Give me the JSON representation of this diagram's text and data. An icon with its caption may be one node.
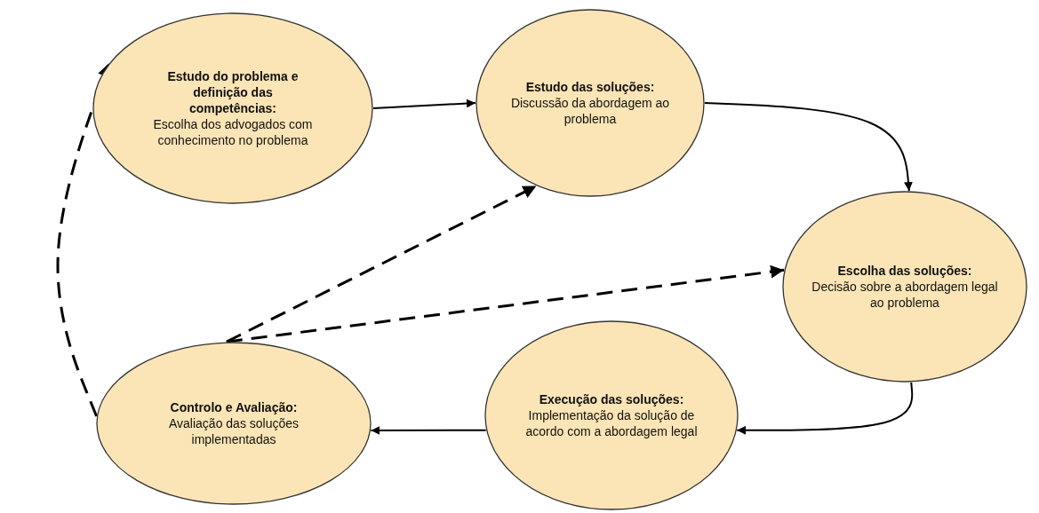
{
  "diagram": {
    "nodes": [
      {
        "text": [
          "Estudo do problema e definição das competências:",
          "Escolha dos advogados com conhecimento no problema"
        ]
      },
      {
        "text": [
          "Estudo das soluções:",
          "Discussão da abordagem ao problema"
        ]
      },
      {
        "text": [
          "Escolha das soluções:",
          "Decisão sobre a abordagem legal ao problema"
        ]
      },
      {
        "text": [
          "Execução das soluções:",
          "Implementação da solução de acordo com a abordagem legal"
        ]
      },
      {
        "text": [
          "Controlo e Avaliação:",
          "Avaliação das soluções implementadas"
        ]
      }
    ],
    "edges": [
      {
        "from": 0,
        "to": 1,
        "arrow": "to"
      },
      {
        "from": 1,
        "to": 2,
        "arrow": "to"
      },
      {
        "from": 2,
        "to": 3,
        "arrow": "to"
      },
      {
        "from": 3,
        "to": 4,
        "arrow": "to"
      },
      {
        "from": 4,
        "to": 0,
        "arrow": "to",
        "style": "dashed"
      },
      {
        "from": 4,
        "to": 1,
        "arrow": "to",
        "style": "dashed"
      },
      {
        "from": 4,
        "to": 2,
        "arrow": "to",
        "style": "dashed"
      }
    ]
  }
}
